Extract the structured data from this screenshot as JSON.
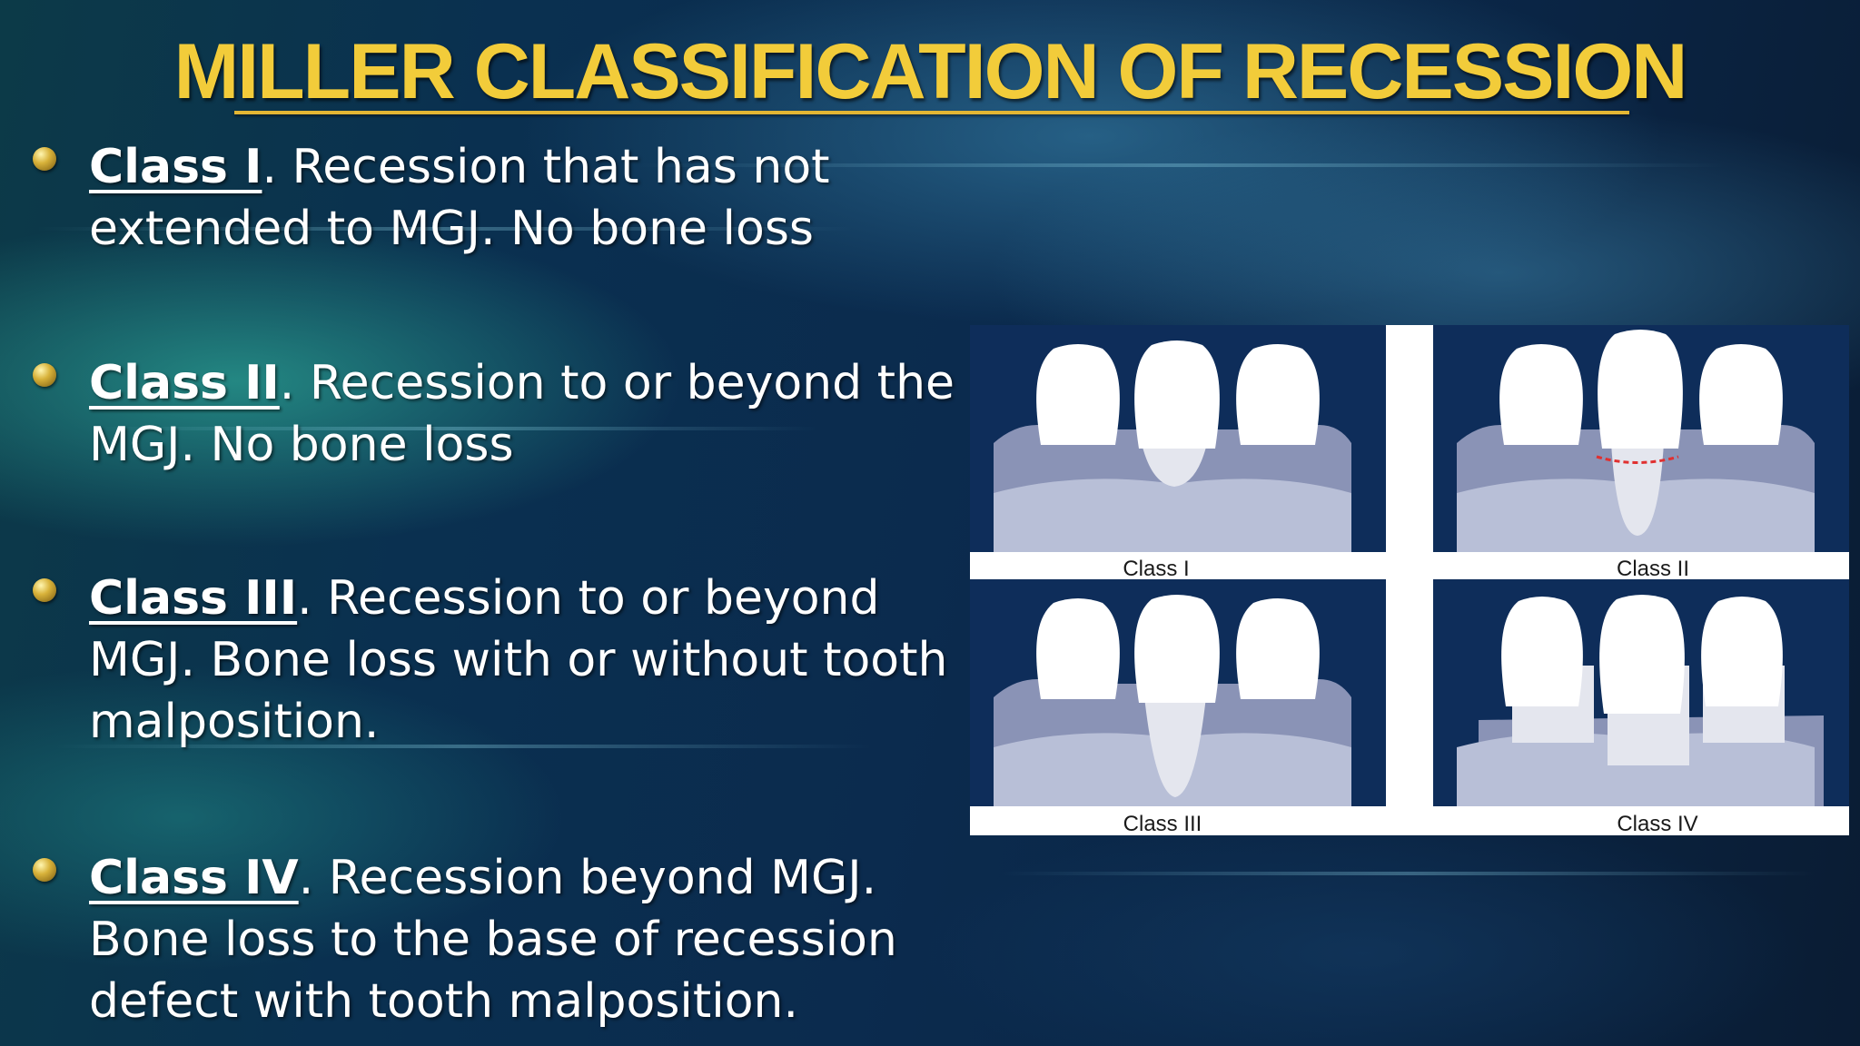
{
  "slide": {
    "title": "MILLER CLASSIFICATION OF RECESSION",
    "items": [
      {
        "class_label": "Class I",
        "text": ". Recession that has not extended to MGJ. No bone loss"
      },
      {
        "class_label": "Class II",
        "text": ". Recession to or beyond the MGJ. No bone loss"
      },
      {
        "class_label": "Class III",
        "text": ". Recession to or beyond MGJ. Bone loss with or without tooth malposition."
      },
      {
        "class_label": "Class IV",
        "text": ". Recession beyond MGJ. Bone loss to the base of recession defect with tooth malposition."
      }
    ]
  },
  "figure": {
    "captions": [
      "Class I",
      "Class II",
      "Class III",
      "Class IV"
    ],
    "colors": {
      "background": "#0e2d5a",
      "gingiva": "#a3acc9",
      "bone": "#b8bfd7",
      "gingiva_dark": "#8a93b6",
      "tooth": "#ffffff",
      "root": "#e4e6ee",
      "mgj_line": "#e03030"
    }
  }
}
